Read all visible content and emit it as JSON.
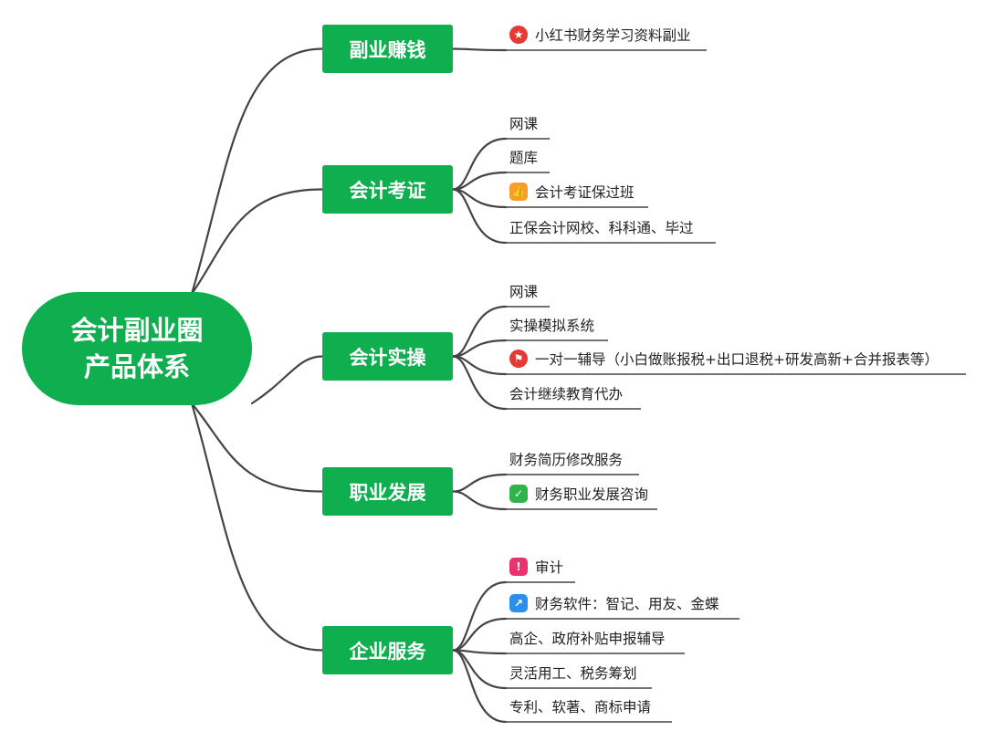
{
  "root": {
    "line1": "会计副业圈",
    "line2": "产品体系"
  },
  "branches": [
    {
      "label": "副业赚钱",
      "leaves": [
        {
          "text": "小红书财务学习资料副业",
          "icon": "star-icon",
          "icon_color": "#e53935"
        }
      ]
    },
    {
      "label": "会计考证",
      "leaves": [
        {
          "text": "网课"
        },
        {
          "text": "题库"
        },
        {
          "text": "会计考证保过班",
          "icon": "thumbs-up-icon",
          "icon_color": "#f59e2b"
        },
        {
          "text": "正保会计网校、科科通、毕过"
        }
      ]
    },
    {
      "label": "会计实操",
      "leaves": [
        {
          "text": "网课"
        },
        {
          "text": "实操模拟系统"
        },
        {
          "text": "一对一辅导（小白做账报税+出口退税+研发高新+合并报表等）",
          "icon": "flag-icon",
          "icon_color": "#e53935"
        },
        {
          "text": "会计继续教育代办"
        }
      ]
    },
    {
      "label": "职业发展",
      "leaves": [
        {
          "text": "财务简历修改服务"
        },
        {
          "text": "财务职业发展咨询",
          "icon": "check-icon",
          "icon_color": "#2fb34a"
        }
      ]
    },
    {
      "label": "企业服务",
      "leaves": [
        {
          "text": "审计",
          "icon": "exclamation-icon",
          "icon_color": "#e8336f"
        },
        {
          "text": "财务软件：智记、用友、金蝶",
          "icon": "chart-icon",
          "icon_color": "#2f8fe8"
        },
        {
          "text": "高企、政府补贴申报辅导"
        },
        {
          "text": "灵活用工、税务筹划"
        },
        {
          "text": "专利、软著、商标申请"
        }
      ]
    }
  ]
}
